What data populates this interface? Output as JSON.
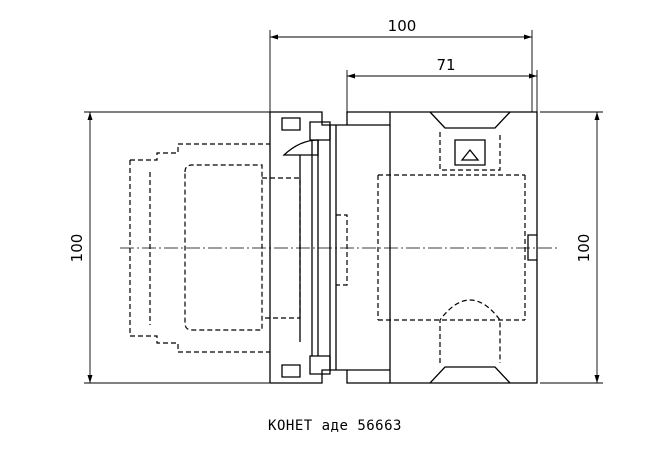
{
  "dimensions": {
    "overall_length": "100",
    "shank_length": "71",
    "left_height": "100",
    "right_height": "100"
  },
  "caption": "КОНЕТ аде 56663"
}
